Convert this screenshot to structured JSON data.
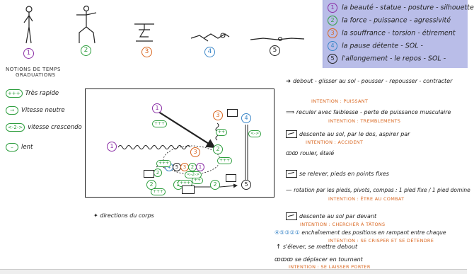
{
  "legend": {
    "items": [
      {
        "num": "1",
        "text": "la beauté - statue - posture - silhouette",
        "color": "#8b2fa6"
      },
      {
        "num": "2",
        "text": "la force - puissance - agressivité",
        "color": "#2e9e3e"
      },
      {
        "num": "3",
        "text": "la souffrance - torsion - étirement",
        "color": "#d9661f"
      },
      {
        "num": "4",
        "text": "la pause détente - SOL -",
        "color": "#3a86c8"
      },
      {
        "num": "5",
        "text": "l'allongement - le repos - SOL -",
        "color": "#222222"
      }
    ]
  },
  "figures": [
    {
      "num": "1",
      "color": "#8b2fa6"
    },
    {
      "num": "2",
      "color": "#2e9e3e"
    },
    {
      "num": "3",
      "color": "#d9661f"
    },
    {
      "num": "4",
      "color": "#3a86c8"
    },
    {
      "num": "5",
      "color": "#222222"
    }
  ],
  "notions": {
    "title_line1": "NOTIONS DE TEMPS",
    "title_line2": "GRADUATIONS",
    "items": [
      {
        "symbol": "+++",
        "label": "Très rapide"
      },
      {
        "symbol": "→",
        "label": "Vitesse neutre"
      },
      {
        "symbol": "<-2->",
        "label": "vitesse crescendo"
      },
      {
        "symbol": "–",
        "label": "lent"
      }
    ]
  },
  "stage": {
    "directions_label": "directions du corps",
    "nodes": [
      "1",
      "1",
      "2",
      "2",
      "2",
      "2",
      "3",
      "3",
      "4",
      "5",
      "4",
      "5",
      "3",
      "2",
      "1",
      "2"
    ],
    "pills": [
      "+++",
      "+++",
      "<->",
      "+++",
      "++",
      "++",
      "+++",
      "+++",
      "<-2->"
    ]
  },
  "instructions": [
    {
      "text": "debout - glisser au sol - pousser - repousser - contracter",
      "intention": "INTENTION : PUISSANT"
    },
    {
      "text": "reculer avec faiblesse - perte de puissance musculaire",
      "intention": "INTENTION : TREMBLEMENTS"
    },
    {
      "text": "descente au sol, par le dos, aspirer par",
      "intention": "INTENTION : ACCIDENT"
    },
    {
      "text": "rouler, étalé",
      "intention": ""
    },
    {
      "text": "se relever, pieds en points fixes",
      "intention": ""
    },
    {
      "text": "rotation par les pieds, pivots, compas : 1 pied fixe / 1 pied domine",
      "intention": "INTENTION : ÊTRE AU COMBAT"
    },
    {
      "text": "descente au sol par devant",
      "intention": "INTENTION : CHERCHER À TÂTONS"
    },
    {
      "text": "enchaînement des positions en rampant entre chaque",
      "intention": "INTENTION : SE CRISPER ET SE DÉTENDRE"
    },
    {
      "text": "s'élever, se mettre debout",
      "intention": ""
    },
    {
      "text": "se déplacer en tournant",
      "intention": "INTENTION : SE LAISSER PORTER"
    }
  ]
}
